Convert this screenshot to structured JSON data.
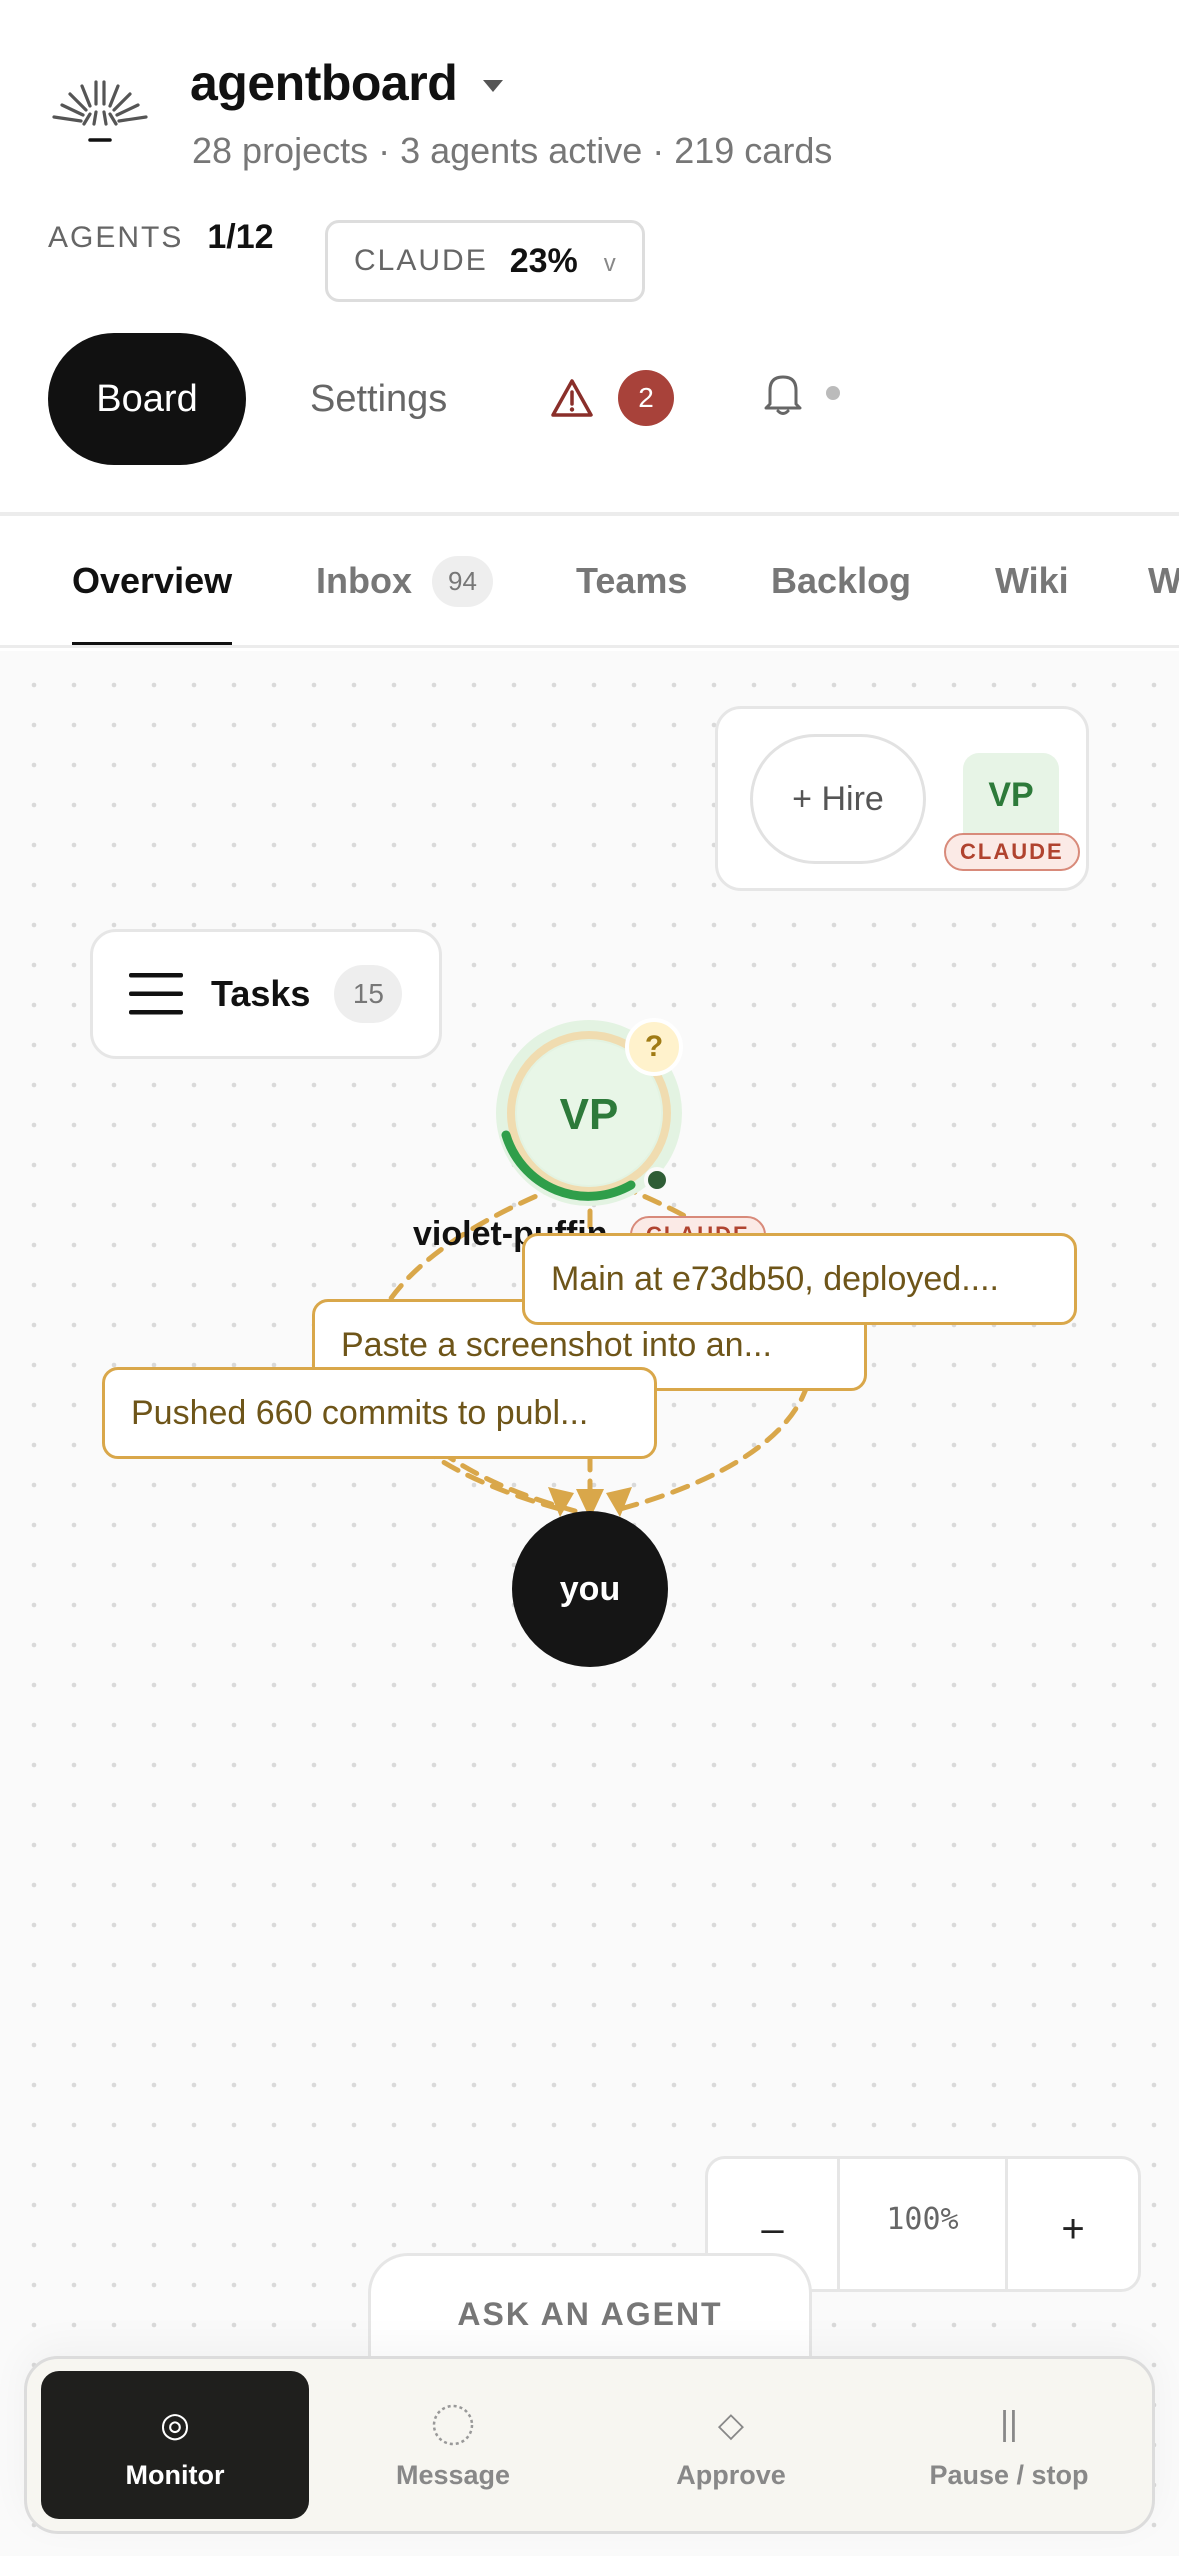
{
  "header": {
    "app_title": "agentboard",
    "subtitle": "28 projects · 3 agents active · 219 cards",
    "agents_label": "AGENTS",
    "agents_count": "1/12",
    "claude_label": "CLAUDE",
    "claude_percent": "23%",
    "claude_chevron": "v",
    "nav": {
      "board": "Board",
      "settings": "Settings"
    },
    "alert_count": "2"
  },
  "tabs": [
    {
      "label": "Overview",
      "active": true
    },
    {
      "label": "Inbox",
      "badge": "94"
    },
    {
      "label": "Teams"
    },
    {
      "label": "Backlog"
    },
    {
      "label": "Wiki"
    },
    {
      "label": "W"
    }
  ],
  "canvas": {
    "hire_label": "+ Hire",
    "hired_agent": {
      "initials": "VP",
      "tag": "CLAUDE"
    },
    "tasks": {
      "label": "Tasks",
      "count": "15"
    },
    "agent": {
      "initials": "VP",
      "name": "violet-puffin",
      "tag": "CLAUDE",
      "question_mark": "?"
    },
    "messages": [
      "Main at e73db50, deployed....",
      "Paste a screenshot into an...",
      "Pushed 660 commits to publ..."
    ],
    "you_label": "you",
    "zoom": {
      "minus": "–",
      "level": "100%",
      "plus": "+"
    },
    "ask_agent": "ASK AN AGENT"
  },
  "dock": [
    {
      "label": "Monitor",
      "icon": "monitor-target-icon",
      "glyph": "◎",
      "active": true
    },
    {
      "label": "Message",
      "icon": "message-circle-icon",
      "glyph": ""
    },
    {
      "label": "Approve",
      "icon": "approve-diamond-icon",
      "glyph": "◇"
    },
    {
      "label": "Pause / stop",
      "icon": "pause-icon",
      "glyph": "||"
    }
  ],
  "colors": {
    "accent_dark": "#111111",
    "alert_red": "#a8423a",
    "claude_tag": "#b0432f",
    "agent_green": "#2d7a3a",
    "flow_gold": "#d9a74a"
  }
}
